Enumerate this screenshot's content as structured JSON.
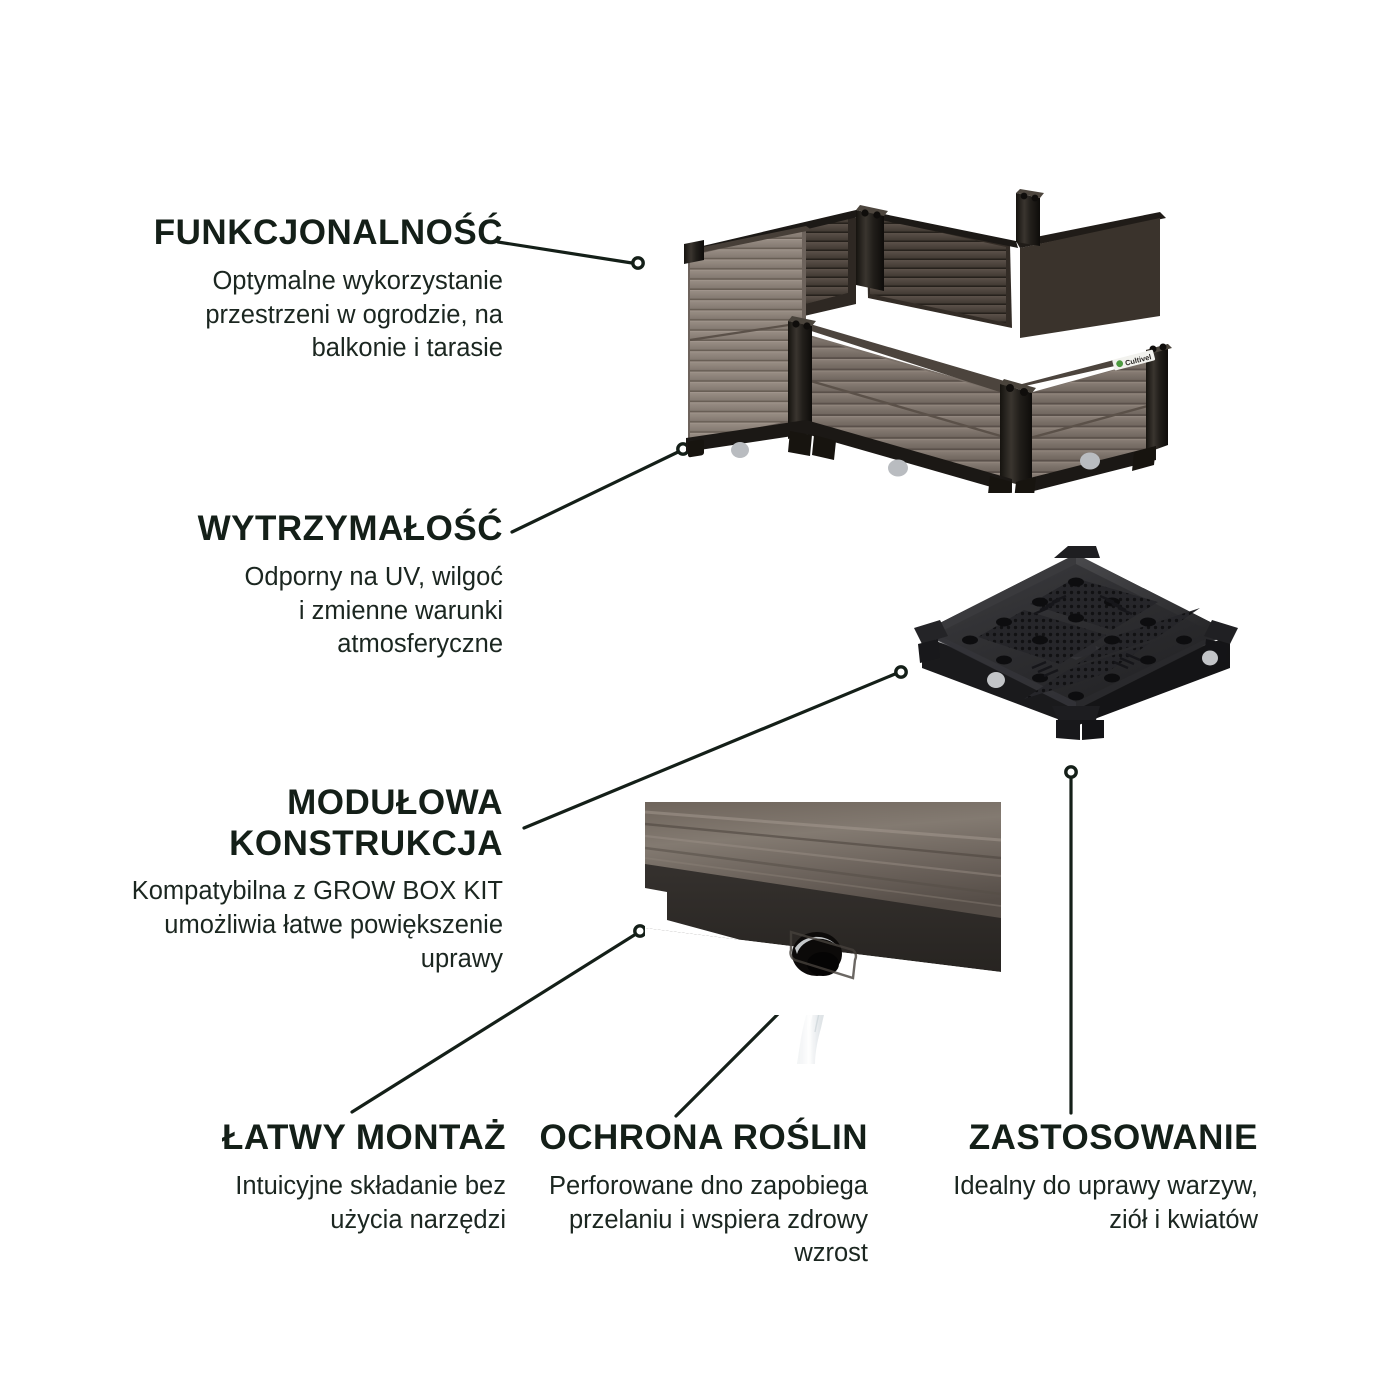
{
  "page": {
    "background": "#ffffff",
    "text_color": "#141f18",
    "product_brown": "#7d736b",
    "product_dark": "#2a2724",
    "accent_green": "#4c9a3f"
  },
  "features": [
    {
      "id": "funkcjonalnosc",
      "title": "FUNKCJONALNOŚĆ",
      "body": "Optymalne wykorzystanie\nprzestrzeni w ogrodzie, na\nbalkonie i tarasie",
      "align": "right"
    },
    {
      "id": "wytrzymalosc",
      "title": "WYTRZYMAŁOŚĆ",
      "body": "Odporny na UV, wilgoć\ni zmienne warunki\natmosferyczne",
      "align": "right"
    },
    {
      "id": "modulowa",
      "title": "MODUŁOWA\nKONSTRUKCJA",
      "body": "Kompatybilna z GROW BOX KIT\numożliwia łatwe powiększenie\nuprawy",
      "align": "right"
    },
    {
      "id": "latwy",
      "title": "ŁATWY MONTAŻ",
      "body": "Intuicyjne składanie bez\nużycia narzędzi",
      "align": "right"
    },
    {
      "id": "ochrona",
      "title": "OCHRONA ROŚLIN",
      "body": "Perforowane dno zapobiega\nprzelaniu i wspiera zdrowy\nwzrost",
      "align": "right"
    },
    {
      "id": "zastosowanie",
      "title": "ZASTOSOWANIE",
      "body": "Idealny do uprawy warzyw,\nziół i kwiatów",
      "align": "right"
    }
  ],
  "brand": {
    "logo_text": "Cultivel"
  },
  "images": [
    {
      "name": "raised-garden-bed-planter",
      "caption_link": "funkcjonalnosc"
    },
    {
      "name": "perforated-base-panel",
      "caption_link": "modulowa"
    },
    {
      "name": "drainage-hole-water-closeup",
      "caption_link": "ochrona"
    }
  ]
}
